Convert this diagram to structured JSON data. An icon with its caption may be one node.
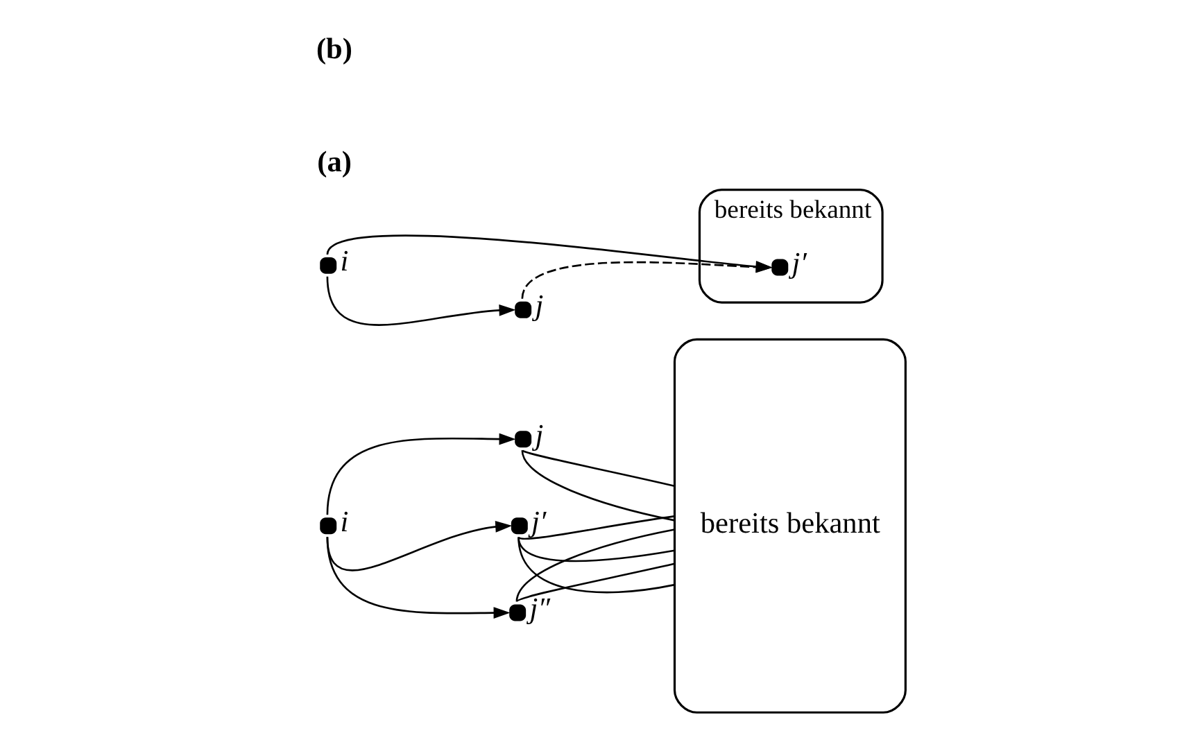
{
  "diagram": {
    "nodes": [
      {
        "text": [
          "bereits bekannt"
        ]
      },
      {
        "text": [],
        "shape": "circle",
        "beside": [
          "i"
        ]
      },
      {
        "text": [],
        "shape": "circle",
        "beside": [
          "j"
        ]
      },
      {
        "text": [],
        "shape": "circle",
        "beside": [
          "j′"
        ]
      },
      {
        "text": [],
        "shape": "circle",
        "beside": [
          "j″"
        ]
      },
      {
        "text": [
          "bereits bekannt"
        ]
      },
      {
        "text": [],
        "shape": "circle",
        "beside": [
          "i"
        ]
      },
      {
        "text": [],
        "shape": "circle",
        "beside": [
          "j"
        ]
      },
      {
        "text": [],
        "shape": "circle",
        "beside": [
          "j′"
        ],
        "in": 5
      }
    ],
    "edges": [
      {
        "from": 1,
        "to": 2,
        "arrow": "to"
      },
      {
        "from": 1,
        "to": 3,
        "arrow": "to"
      },
      {
        "from": 1,
        "to": 4,
        "arrow": "to"
      },
      {
        "from": 2,
        "to": 0,
        "arrow": "none"
      },
      {
        "from": 2,
        "to": 0,
        "arrow": "none"
      },
      {
        "from": 3,
        "to": 0,
        "arrow": "none"
      },
      {
        "from": 3,
        "to": 0,
        "arrow": "none"
      },
      {
        "from": 3,
        "to": 0,
        "arrow": "none"
      },
      {
        "from": 4,
        "to": 0,
        "arrow": "none"
      },
      {
        "from": 4,
        "to": 0,
        "arrow": "none"
      },
      {
        "from": 6,
        "to": 7,
        "arrow": "to"
      },
      {
        "from": 6,
        "to": 8,
        "arrow": "to"
      },
      {
        "from": 7,
        "to": 8,
        "arrow": "to",
        "style": "dashed"
      }
    ],
    "labels": [
      "(a)",
      "(b)"
    ]
  }
}
